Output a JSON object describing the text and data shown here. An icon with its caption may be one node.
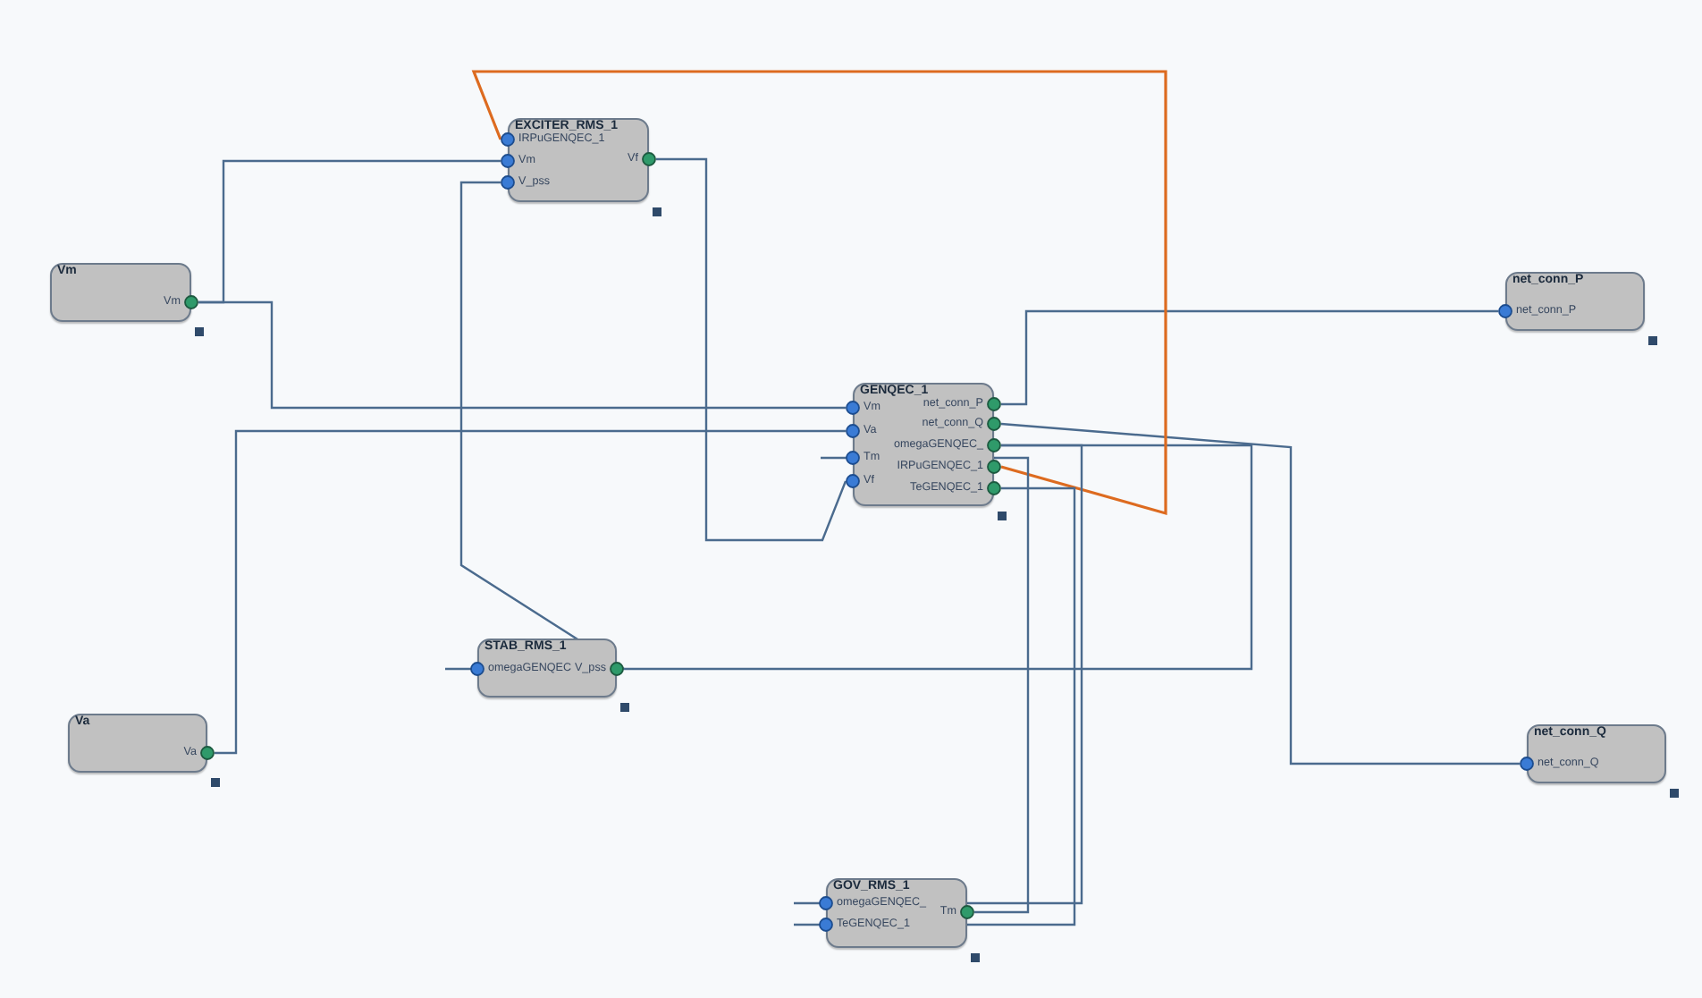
{
  "diagram": {
    "nodes": [
      {
        "text": [
          "EXCITER_RMS_1"
        ]
      },
      {
        "text": [
          "IRPuGENQEC_1"
        ],
        "in": 0
      },
      {
        "text": [
          "Vm"
        ],
        "in": 0
      },
      {
        "text": [
          "V_pss"
        ],
        "in": 0
      },
      {
        "text": [
          "Vf"
        ],
        "in": 0
      },
      {
        "text": [
          "Vm"
        ]
      },
      {
        "text": [
          "Vm"
        ],
        "in": 5
      },
      {
        "text": [
          "net_conn_P"
        ]
      },
      {
        "text": [
          "net_conn_P"
        ],
        "in": 7
      },
      {
        "text": [
          "GENQEC_1"
        ]
      },
      {
        "text": [
          "Vm"
        ],
        "in": 9
      },
      {
        "text": [
          "Va"
        ],
        "in": 9
      },
      {
        "text": [
          "Tm"
        ],
        "in": 9
      },
      {
        "text": [
          "Vf"
        ],
        "in": 9
      },
      {
        "text": [
          "net_conn_P"
        ],
        "in": 9
      },
      {
        "text": [
          "net_conn_Q"
        ],
        "in": 9
      },
      {
        "text": [
          "omegaGENQEC_"
        ],
        "in": 9
      },
      {
        "text": [
          "IRPuGENQEC_1"
        ],
        "in": 9
      },
      {
        "text": [
          "TeGENQEC_1"
        ],
        "in": 9
      },
      {
        "text": [
          "STAB_RMS_1"
        ]
      },
      {
        "text": [
          "omegaGENQEC"
        ],
        "in": 19
      },
      {
        "text": [
          "V_pss"
        ],
        "in": 19
      },
      {
        "text": [
          "Va"
        ]
      },
      {
        "text": [
          "Va"
        ],
        "in": 22
      },
      {
        "text": [
          "net_conn_Q"
        ]
      },
      {
        "text": [
          "net_conn_Q"
        ],
        "in": 24
      },
      {
        "text": [
          "GOV_RMS_1"
        ]
      },
      {
        "text": [
          "omegaGENQEC_"
        ],
        "in": 26
      },
      {
        "text": [
          "TeGENQEC_1"
        ],
        "in": 26
      },
      {
        "text": [
          "Tm"
        ],
        "in": 26
      }
    ],
    "edges": [
      {
        "from": 6,
        "to": 2,
        "arrow": "none"
      },
      {
        "from": 6,
        "to": 10,
        "arrow": "none"
      },
      {
        "from": 4,
        "to": 13,
        "arrow": "none"
      },
      {
        "from": 23,
        "to": 11,
        "arrow": "none"
      },
      {
        "from": 14,
        "to": 8,
        "arrow": "none"
      },
      {
        "from": 15,
        "to": 25,
        "arrow": "none"
      },
      {
        "from": 16,
        "to": 20,
        "arrow": "none"
      },
      {
        "from": 21,
        "to": 3,
        "arrow": "none"
      },
      {
        "from": 17,
        "to": 1,
        "arrow": "none",
        "color": "#dd6b20"
      },
      {
        "from": 16,
        "to": 27,
        "arrow": "none"
      },
      {
        "from": 18,
        "to": 28,
        "arrow": "none"
      },
      {
        "from": 29,
        "to": 12,
        "arrow": "none"
      }
    ]
  }
}
